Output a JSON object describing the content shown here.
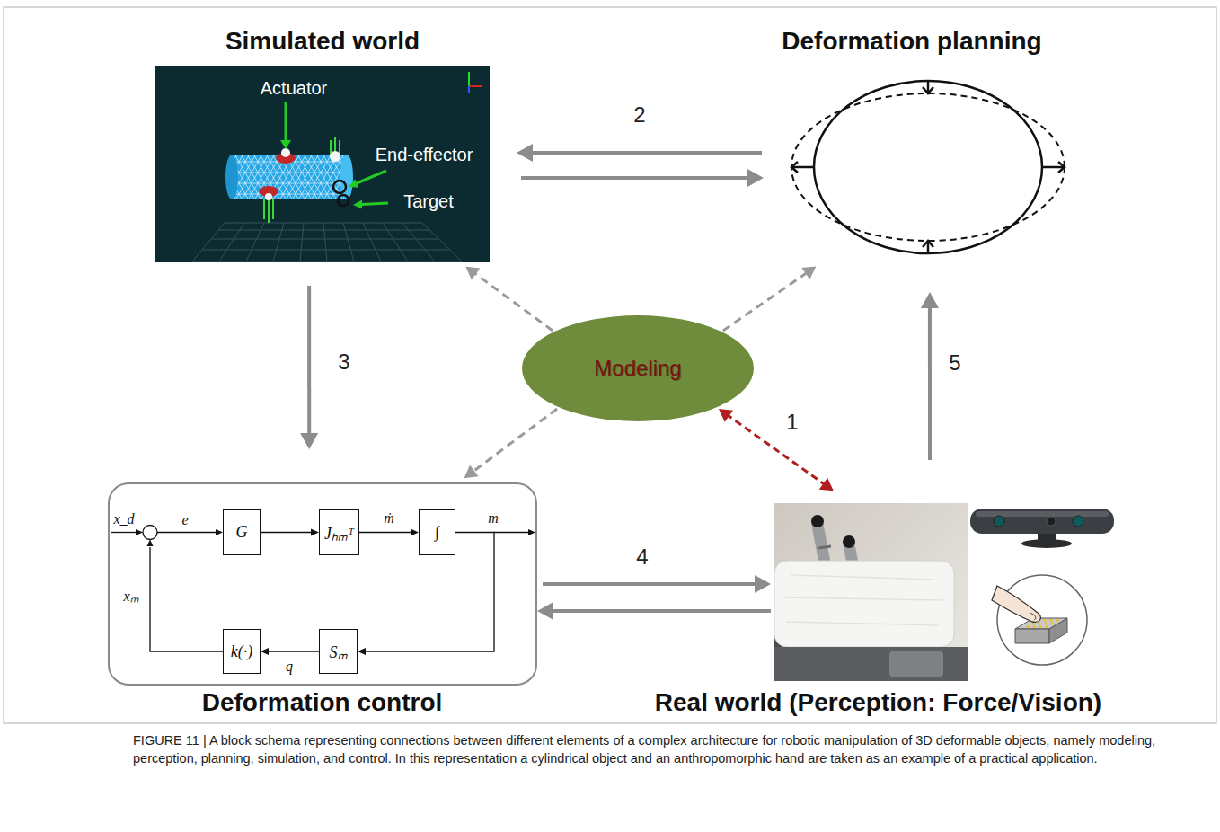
{
  "diagram": {
    "caption": "FIGURE 11 | A block schema representing connections between different elements of a complex architecture for robotic manipulation of 3D deformable objects, namely modeling, perception, planning, simulation, and control. In this representation a cylindrical object and an anthropomorphic hand are taken as an example of a practical application.",
    "nodes": [
      {
        "text": [
          "Simulated world"
        ]
      },
      {
        "text": [
          "Deformation planning"
        ]
      },
      {
        "text": [
          "Modeling"
        ]
      },
      {
        "text": [
          "Deformation control"
        ]
      },
      {
        "text": [
          "G"
        ],
        "in": 3
      },
      {
        "text": [
          "Jₕₘᵀ"
        ],
        "in": 3
      },
      {
        "text": [
          "∫"
        ],
        "in": 3
      },
      {
        "text": [
          "k(·)"
        ],
        "in": 3
      },
      {
        "text": [
          "Sₘ"
        ],
        "in": 3
      },
      {
        "text": [
          "Real world (Perception: Force/Vision)"
        ]
      }
    ],
    "edges": [
      {
        "from": 0,
        "to": 1,
        "arrow": "to",
        "label": "2"
      },
      {
        "from": 1,
        "to": 0,
        "arrow": "to"
      },
      {
        "from": 0,
        "to": 3,
        "arrow": "to",
        "label": "3"
      },
      {
        "from": 2,
        "to": 0,
        "arrow": "to"
      },
      {
        "from": 2,
        "to": 1,
        "arrow": "to"
      },
      {
        "from": 2,
        "to": 3,
        "arrow": "to"
      },
      {
        "from": 2,
        "to": 9,
        "arrow": "both",
        "label": "1"
      },
      {
        "from": 3,
        "to": 9,
        "arrow": "to",
        "label": "4"
      },
      {
        "from": 9,
        "to": 3,
        "arrow": "to"
      },
      {
        "from": 9,
        "to": 1,
        "arrow": "to",
        "label": "5"
      },
      {
        "from": 4,
        "to": 5,
        "arrow": "to"
      },
      {
        "from": 5,
        "to": 6,
        "arrow": "to",
        "label": "ṁ"
      },
      {
        "from": 6,
        "to": 8,
        "arrow": "to",
        "label": "m"
      },
      {
        "from": 8,
        "to": 7,
        "arrow": "to",
        "label": "q"
      }
    ],
    "labels": [
      "Actuator",
      "End-effector",
      "Target",
      "x_d",
      "−",
      "e",
      "xₘ"
    ]
  }
}
